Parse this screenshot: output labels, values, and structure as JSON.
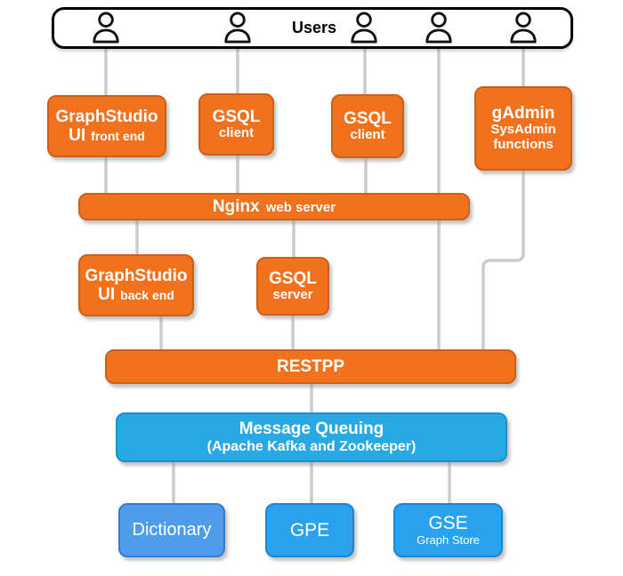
{
  "users_bar": {
    "label": "Users",
    "icon": "user-icon",
    "icon_count": 5
  },
  "nodes": {
    "graphstudio_front": {
      "line1": "GraphStudio",
      "line2_big": "UI",
      "line2_small": "front end"
    },
    "gsql_client_1": {
      "line1": "GSQL",
      "line2": "client"
    },
    "gsql_client_2": {
      "line1": "GSQL",
      "line2": "client"
    },
    "gadmin": {
      "line1": "gAdmin",
      "line2": "SysAdmin",
      "line3": "functions"
    },
    "nginx": {
      "big": "Nginx",
      "small": "web server"
    },
    "graphstudio_back": {
      "line1": "GraphStudio",
      "line2_big": "UI",
      "line2_small": "back end"
    },
    "gsql_server": {
      "line1": "GSQL",
      "line2": "server"
    },
    "restpp": {
      "label": "RESTPP"
    },
    "message_queuing": {
      "line1": "Message Queuing",
      "line2": "(Apache Kafka and Zookeeper)"
    },
    "dictionary": {
      "label": "Dictionary"
    },
    "gpe": {
      "label": "GPE"
    },
    "gse": {
      "line1": "GSE",
      "line2": "Graph Store"
    }
  },
  "colors": {
    "orange": "#F2711C",
    "orange_border": "#C9611C",
    "blue_mq": "#29A9E4",
    "blue_mq_border": "#1D8FCB",
    "blue_engine": "#2AA2F0",
    "blue_engine_border": "#1B84D4",
    "blue_dictionary": "#4F9CEA",
    "blue_dictionary_border": "#2F7CD0",
    "connector": "#CBCBCB"
  }
}
